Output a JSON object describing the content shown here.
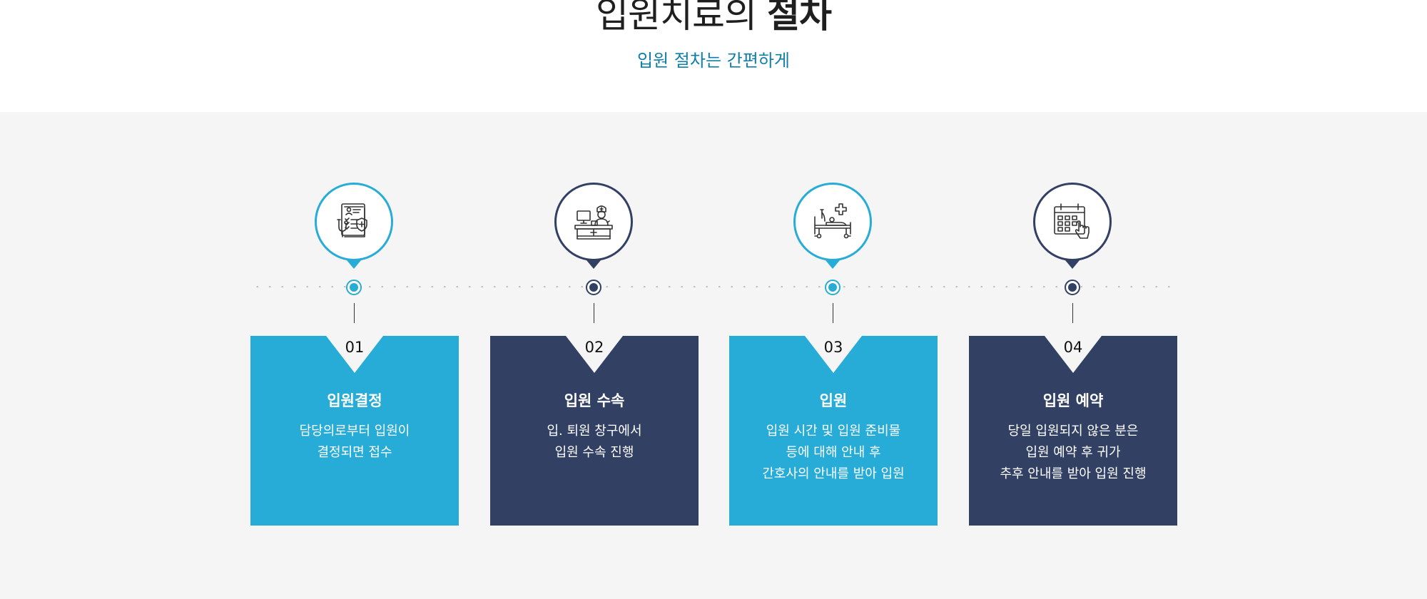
{
  "heading": {
    "title_light": "입원치료의 ",
    "title_bold": "절차",
    "subtitle": "입원 절차는 간편하게"
  },
  "colors": {
    "cyan": "#27acd8",
    "navy": "#324064",
    "bg_section": "#f5f5f5"
  },
  "steps": [
    {
      "number": "01",
      "title": "입원결정",
      "lines": [
        "담당의로부터 입원이",
        "결정되면 접수"
      ],
      "icon": "medical-document-icon",
      "color": "#27acd8"
    },
    {
      "number": "02",
      "title": "입원 수속",
      "lines": [
        "입. 퇴원 창구에서",
        "입원 수속 진행"
      ],
      "icon": "nurse-desk-icon",
      "color": "#324064"
    },
    {
      "number": "03",
      "title": "입원",
      "lines": [
        "입원 시간 및 입원 준비물",
        "등에 대해 안내 후",
        "간호사의 안내를 받아 입원"
      ],
      "icon": "hospital-bed-icon",
      "color": "#27acd8"
    },
    {
      "number": "04",
      "title": "입원 예약",
      "lines": [
        "당일 입원되지 않은 분은",
        "입원 예약 후 귀가",
        "추후 안내를 받아 입원 진행"
      ],
      "icon": "calendar-touch-icon",
      "color": "#324064"
    }
  ]
}
